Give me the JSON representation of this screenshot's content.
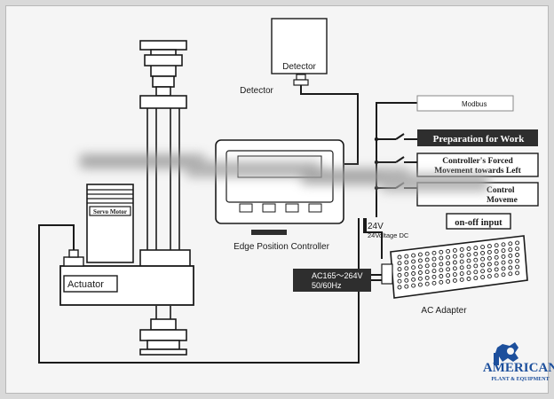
{
  "labels": {
    "detector_box": "Detector",
    "detector_caption": "Detector",
    "servo_motor": "Servo Motor",
    "actuator": "Actuator",
    "edge_position_controller": "Edge Position Controller",
    "modbus": "Modbus",
    "preparation_for_work": "Preparation for Work",
    "forced_move_line1": "Controller's Forced",
    "forced_move_line2": "Movement towards Left",
    "control_move_line1": "Control",
    "control_move_line2": "Moveme",
    "on_off_input": "on-off input",
    "voltage_24v": "24V",
    "voltage_24v_dc": "24Voltage DC",
    "ac_input_line1": "AC165～264V",
    "ac_input_line2": "50/60Hz",
    "ac_adapter": "AC Adapter",
    "logo_line1": "AMERICAN",
    "logo_line2": "PLANT & EQUIPMENT"
  },
  "colors": {
    "line": "#1a1a1a",
    "box_dark": "#2e2e2e",
    "logo_blue": "#1c4f9c",
    "page_bg": "#f5f5f5"
  }
}
